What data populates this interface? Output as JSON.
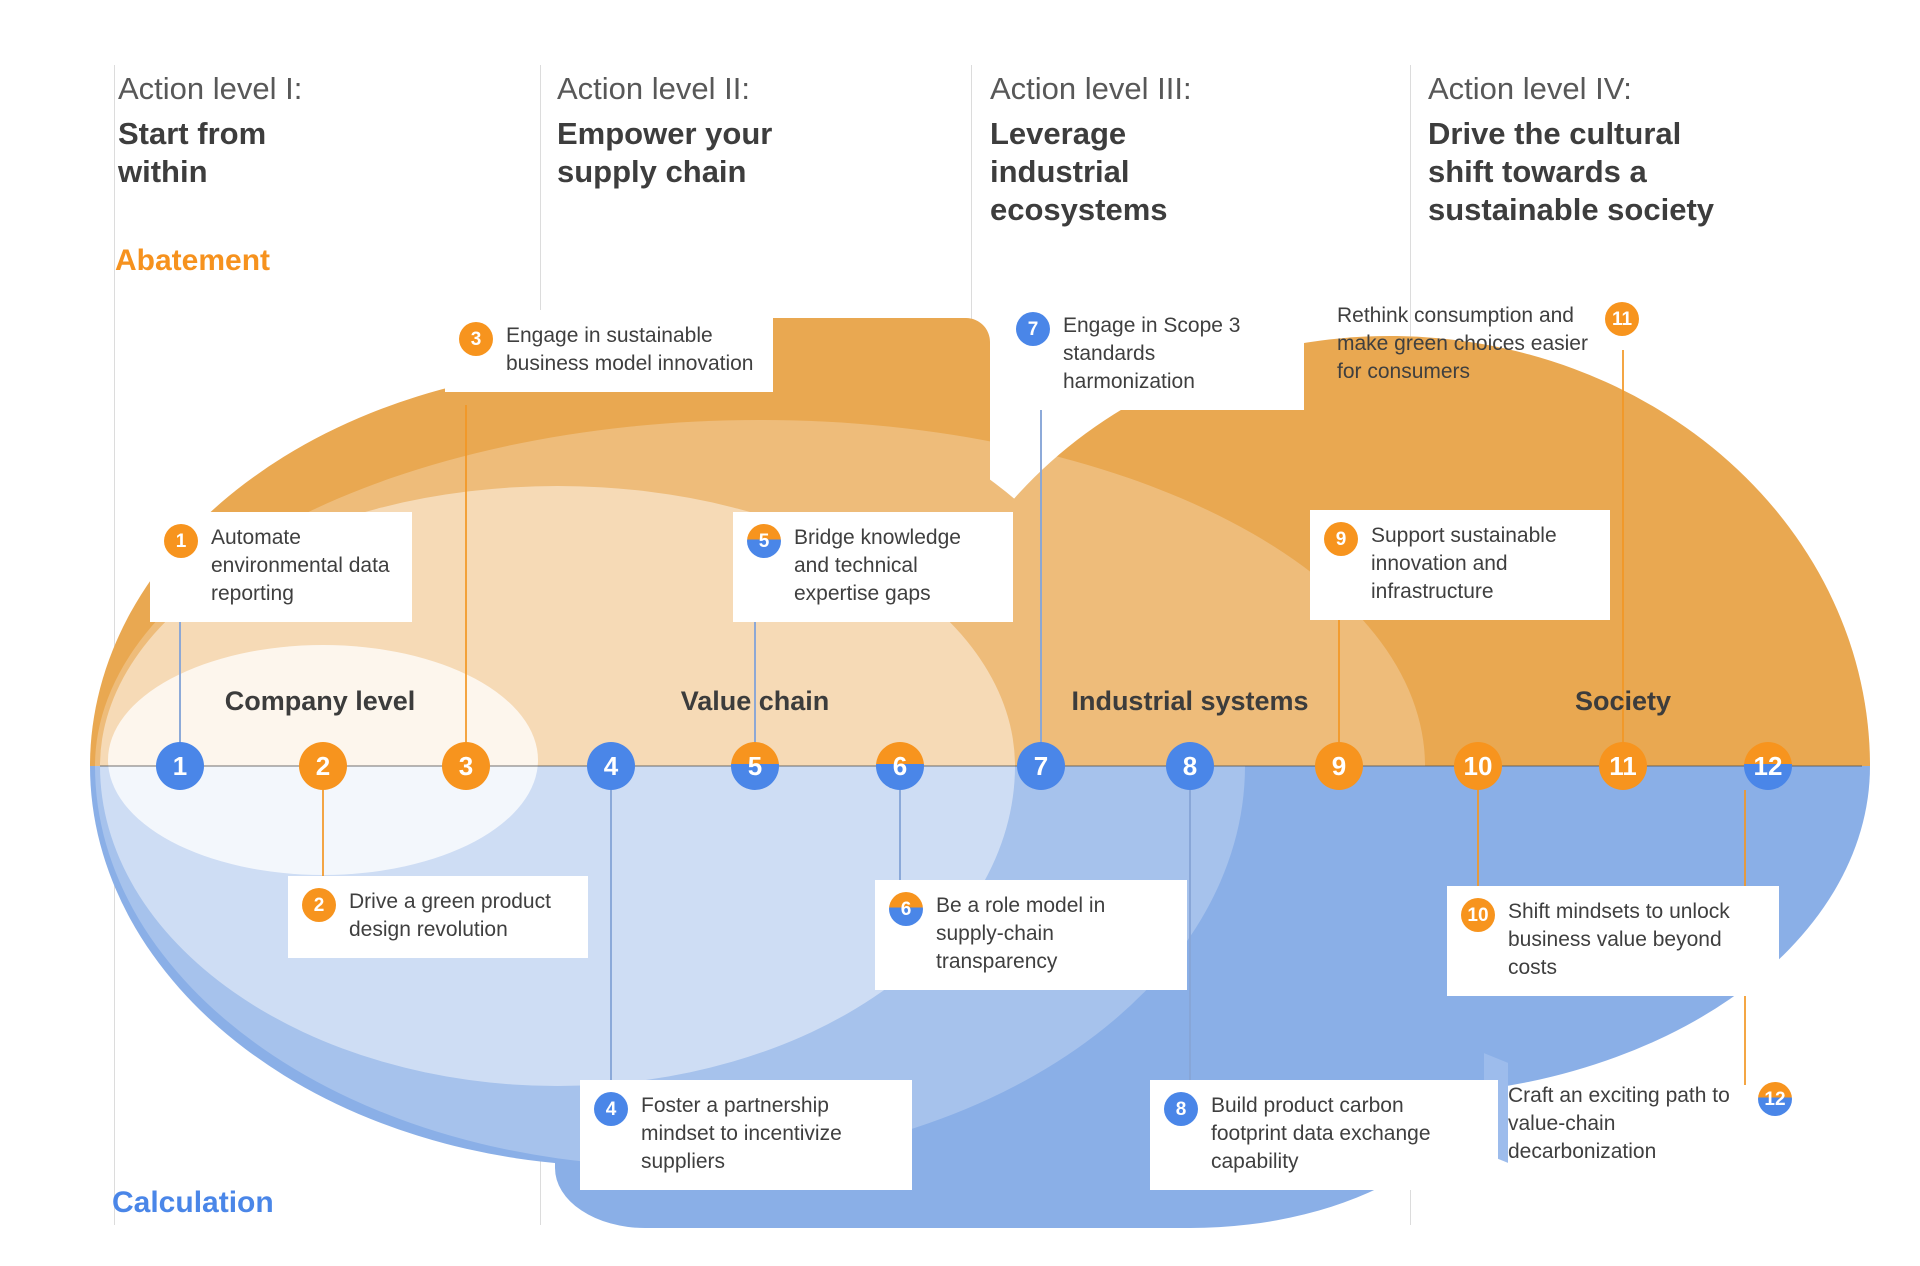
{
  "colors": {
    "abatement_orange": "#F7941E",
    "calculation_blue": "#4A86E8",
    "blob_orange": "#E9A851",
    "blob_blue": "#8AAFE7",
    "divider_gray": "#DCDCDC",
    "heading_dark": "#3D3D3D",
    "heading_light": "#585858"
  },
  "headers": [
    {
      "label": "Action level I:",
      "title": "Start from within"
    },
    {
      "label": "Action level II:",
      "title": "Empower your supply chain"
    },
    {
      "label": "Action level III:",
      "title": "Leverage industrial ecosystems"
    },
    {
      "label": "Action level IV:",
      "title": "Drive the cultural shift towards a sustainable society"
    }
  ],
  "side_labels": {
    "abatement": "Abatement",
    "calculation": "Calculation"
  },
  "scopes": [
    {
      "label": "Company level"
    },
    {
      "label": "Value chain"
    },
    {
      "label": "Industrial systems"
    },
    {
      "label": "Society"
    }
  ],
  "axis": {
    "circles": [
      {
        "number": "1",
        "color": "blue"
      },
      {
        "number": "2",
        "color": "orange"
      },
      {
        "number": "3",
        "color": "orange"
      },
      {
        "number": "4",
        "color": "blue"
      },
      {
        "number": "5",
        "color": "orange-blue-split"
      },
      {
        "number": "6",
        "color": "orange-blue-split"
      },
      {
        "number": "7",
        "color": "blue"
      },
      {
        "number": "8",
        "color": "blue"
      },
      {
        "number": "9",
        "color": "orange"
      },
      {
        "number": "10",
        "color": "orange"
      },
      {
        "number": "11",
        "color": "orange"
      },
      {
        "number": "12",
        "color": "orange-blue-split"
      }
    ]
  },
  "callouts": [
    {
      "number": "1",
      "badge": "orange",
      "position": "above-axis",
      "text": "Automate environmental data reporting"
    },
    {
      "number": "2",
      "badge": "orange",
      "position": "below-axis",
      "text": "Drive a green product design revolution"
    },
    {
      "number": "3",
      "badge": "orange",
      "position": "above-axis",
      "text": "Engage in sustainable business model innovation"
    },
    {
      "number": "4",
      "badge": "blue",
      "position": "below-axis",
      "text": "Foster a partnership mindset to incentivize suppliers"
    },
    {
      "number": "5",
      "badge": "orange-blue-split",
      "position": "above-axis",
      "text": "Bridge knowledge and technical expertise gaps"
    },
    {
      "number": "6",
      "badge": "orange-blue-split",
      "position": "below-axis",
      "text": "Be a role model in supply-chain transparency"
    },
    {
      "number": "7",
      "badge": "blue",
      "position": "above-axis",
      "text": "Engage in Scope 3 standards harmonization"
    },
    {
      "number": "8",
      "badge": "blue",
      "position": "below-axis",
      "text": "Build product carbon footprint data exchange capability"
    },
    {
      "number": "9",
      "badge": "orange",
      "position": "above-axis",
      "text": "Support sustainable innovation and infrastructure"
    },
    {
      "number": "10",
      "badge": "orange",
      "position": "below-axis",
      "text": "Shift mindsets to unlock business value beyond costs"
    },
    {
      "number": "11",
      "badge": "orange",
      "position": "above-axis",
      "text": "Rethink consumption and make green choices easier for consumers"
    },
    {
      "number": "12",
      "badge": "orange-blue-split",
      "position": "below-axis",
      "text": "Craft an exciting path to value-chain decarbonization"
    }
  ]
}
